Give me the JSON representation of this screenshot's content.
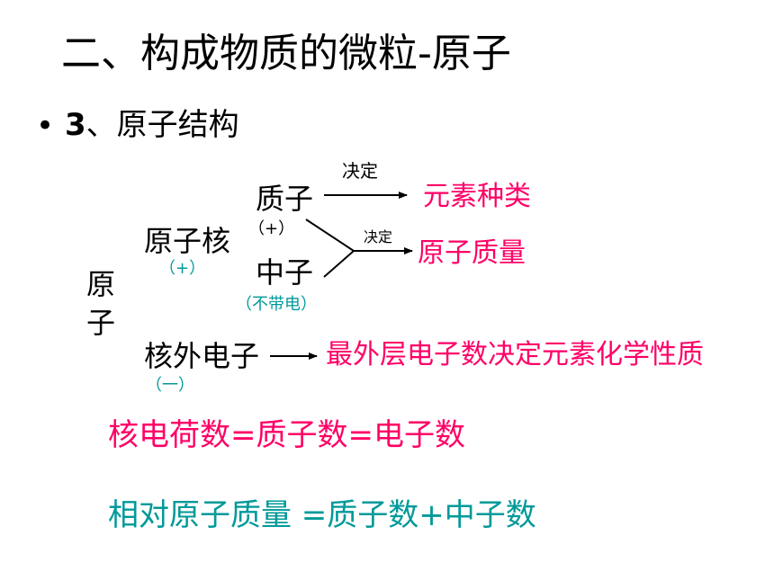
{
  "title": "二、构成物质的微粒-原子",
  "bullet": {
    "dot": "•",
    "number": "3",
    "text": "、原子结构"
  },
  "diagram": {
    "atom_line1": "原",
    "atom_line2": "子",
    "nucleus": "原子核",
    "nucleus_charge": "（+）",
    "proton": "质子",
    "proton_charge": "（+）",
    "neutron": "中子",
    "neutron_charge": "（不带电）",
    "electron": "核外电子",
    "electron_charge": "（一）",
    "decides_top": "决定",
    "decides_mid": "决定",
    "element_type": "元素种类",
    "atomic_mass": "原子质量",
    "outer_electrons": "最外层电子数决定元素化学性质"
  },
  "equations": {
    "charge_eq": "核电荷数=质子数=电子数",
    "mass_eq": "相对原子质量 =质子数+中子数"
  },
  "colors": {
    "accent_red": "#ff0066",
    "accent_teal": "#009999"
  }
}
